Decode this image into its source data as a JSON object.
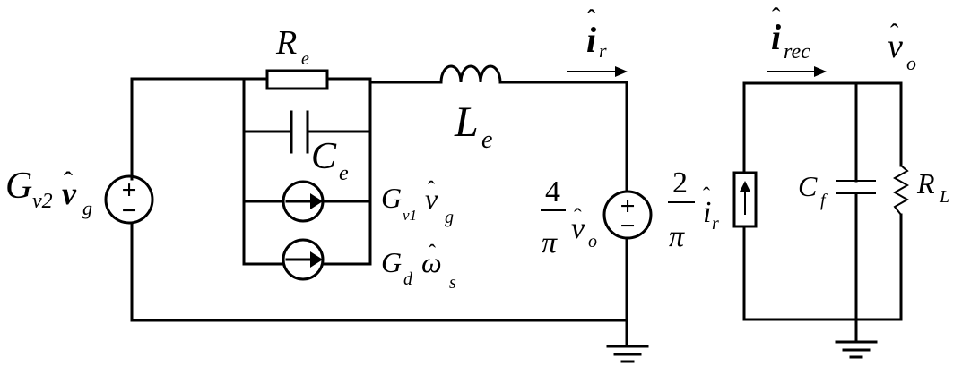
{
  "labels": {
    "re": {
      "main": "R",
      "sub": "e"
    },
    "ce": {
      "main": "C",
      "sub": "e"
    },
    "le": {
      "main": "L",
      "sub": "e"
    },
    "gv2": {
      "main": "G",
      "sub1": "v2",
      "var": "v",
      "sub2": "g"
    },
    "gv1": {
      "main": "G",
      "sub1": "v1",
      "var": "v",
      "sub2": "g"
    },
    "gd": {
      "main": "G",
      "sub1": "d",
      "var": "ω",
      "sub2": "s"
    },
    "ir": {
      "var": "i",
      "sub": "r"
    },
    "irec": {
      "var": "i",
      "sub": "rec"
    },
    "vo_top": {
      "var": "v",
      "sub": "o"
    },
    "vsrc": {
      "num": "4",
      "den": "π",
      "var": "v",
      "sub": "o"
    },
    "isrc": {
      "num": "2",
      "den": "π",
      "var": "i",
      "sub": "r"
    },
    "cf": {
      "main": "C",
      "sub": "f"
    },
    "rl": {
      "main": "R",
      "sub": "L"
    },
    "hat": "ˆ",
    "plus": "+",
    "minus": "−"
  }
}
